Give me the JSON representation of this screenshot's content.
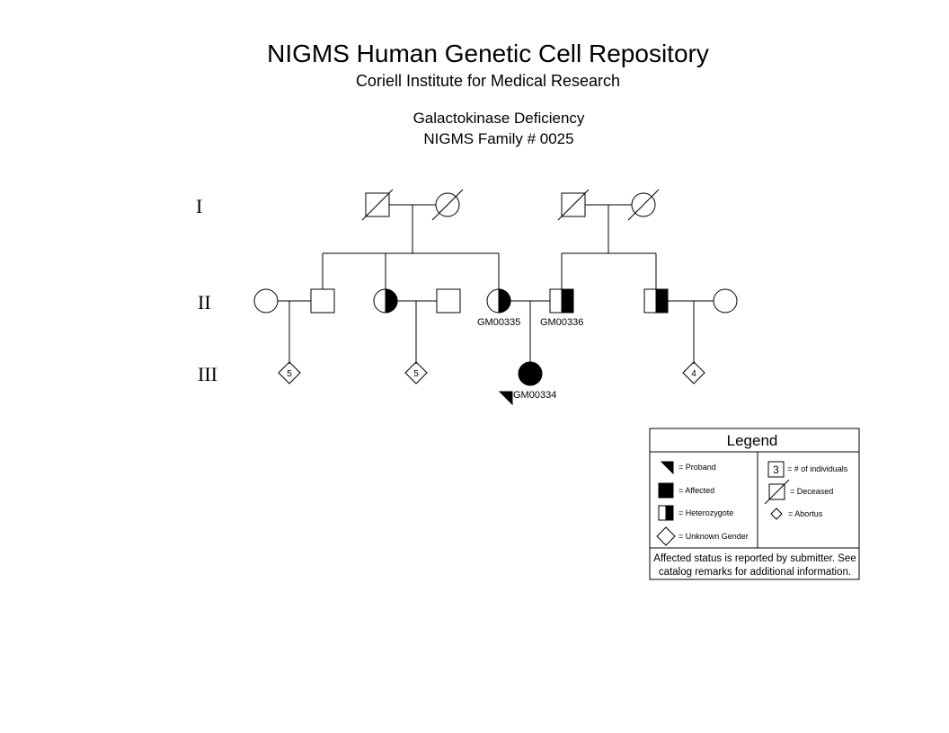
{
  "header": {
    "title": "NIGMS Human Genetic Cell Repository",
    "institute": "Coriell Institute for Medical Research",
    "condition": "Galactokinase Deficiency",
    "family": "NIGMS Family # 0025"
  },
  "generations": [
    "I",
    "II",
    "III"
  ],
  "individuals": {
    "mother_of_carrier": "GM00335",
    "father_of_carrier": "GM00336",
    "proband": "GM00334"
  },
  "sibship_counts": {
    "left": "5",
    "middle": "5",
    "right": "4"
  },
  "legend": {
    "title": "Legend",
    "proband": "= Proband",
    "affected": "= Affected",
    "heterozygote": "= Heterozygote",
    "unknown_gender": "= Unknown Gender",
    "count_example": "3",
    "num_individuals": "= # of individuals",
    "deceased": "= Deceased",
    "abortus": "= Abortus",
    "note_line1": "Affected status is reported by submitter. See",
    "note_line2": "catalog remarks for additional information."
  },
  "colors": {
    "line": "#000000",
    "background": "#ffffff"
  }
}
